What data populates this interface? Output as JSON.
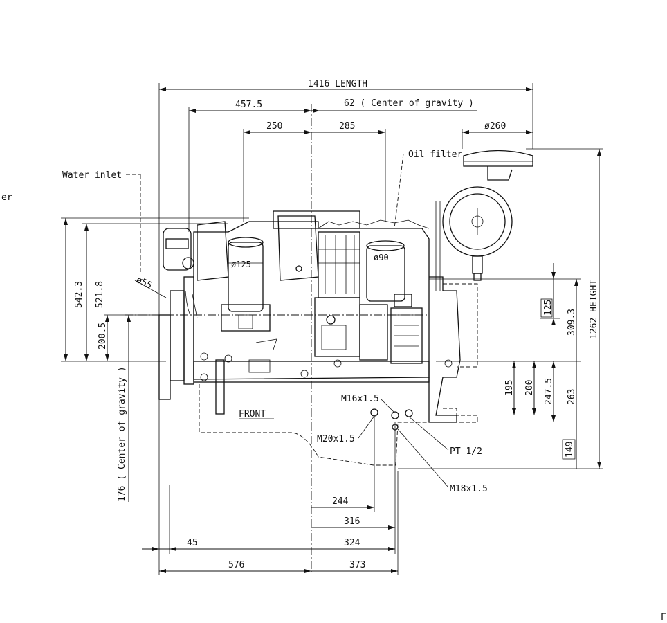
{
  "labels": {
    "length": "1416  LENGTH",
    "d4575": "457.5",
    "cog_top": "62 ( Center of gravity )",
    "d250": "250",
    "d285": "285",
    "phi260": "ø260",
    "oil_filter": "Oil filter",
    "water_inlet": "Water inlet",
    "cut_text": "er",
    "phi125": "ø125",
    "phi90": "ø90",
    "phi55": "ø55",
    "d5423": "542.3",
    "d5218": "521.8",
    "d2005": "200.5",
    "cog_left": "176 ( Center of gravity )",
    "d125": "125",
    "d3093": "309.3",
    "height": "1262  HEIGHT",
    "d195": "195",
    "d200": "200",
    "d2475": "247.5",
    "d263": "263",
    "d149": "149",
    "front": "FRONT",
    "m16": "M16x1.5",
    "m20": "M20x1.5",
    "pt12": "PT 1/2",
    "m18": "M18x1.5",
    "d244": "244",
    "d316": "316",
    "d324": "324",
    "d45": "45",
    "d576": "576",
    "d373": "373",
    "corner": "Γ"
  }
}
